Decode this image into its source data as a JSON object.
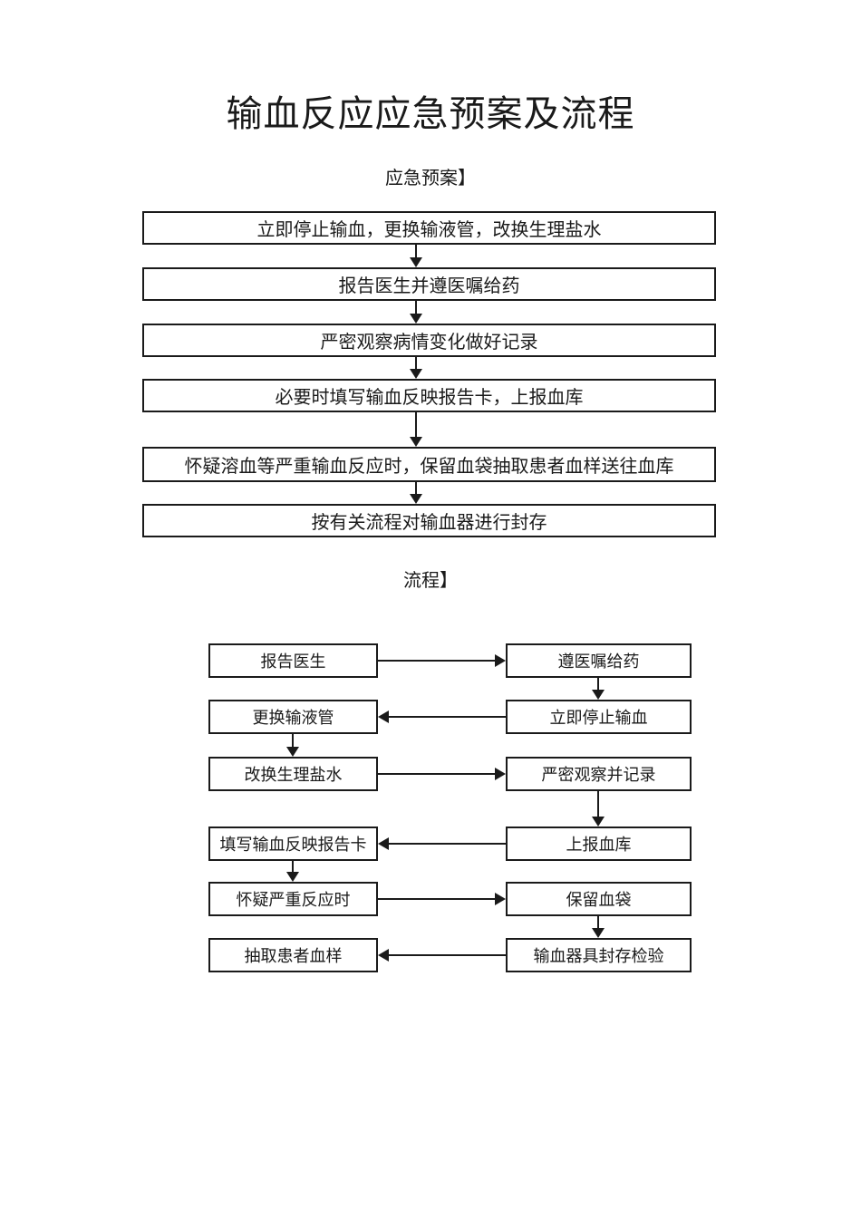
{
  "page": {
    "title": "输血反应应急预案及流程",
    "plan_heading": "应急预案】",
    "process_heading": "流程】"
  },
  "plan_flow": {
    "steps": [
      "立即停止输血，更换输液管，改换生理盐水",
      "报告医生并遵医嘱给药",
      "严密观察病情变化做好记录",
      "必要时填写输血反映报告卡，上报血库",
      "怀疑溶血等严重输血反应时，保留血袋抽取患者血样送往血库",
      "按有关流程对输血器进行封存"
    ]
  },
  "process_flow": {
    "left": [
      "报告医生",
      "更换输液管",
      "改换生理盐水",
      "填写输血反映报告卡",
      "怀疑严重反应时",
      "抽取患者血样"
    ],
    "right": [
      "遵医嘱给药",
      "立即停止输血",
      "严密观察并记录",
      "上报血库",
      "保留血袋",
      "输血器具封存检验"
    ],
    "sequence": [
      "报告医生",
      "遵医嘱给药",
      "立即停止输血",
      "更换输液管",
      "改换生理盐水",
      "严密观察并记录",
      "上报血库",
      "填写输血反映报告卡",
      "怀疑严重反应时",
      "保留血袋",
      "输血器具封存检验",
      "抽取患者血样"
    ]
  },
  "colors": {
    "text": "#1a1a1a",
    "box_border": "#1a1a1a",
    "background": "#ffffff"
  }
}
